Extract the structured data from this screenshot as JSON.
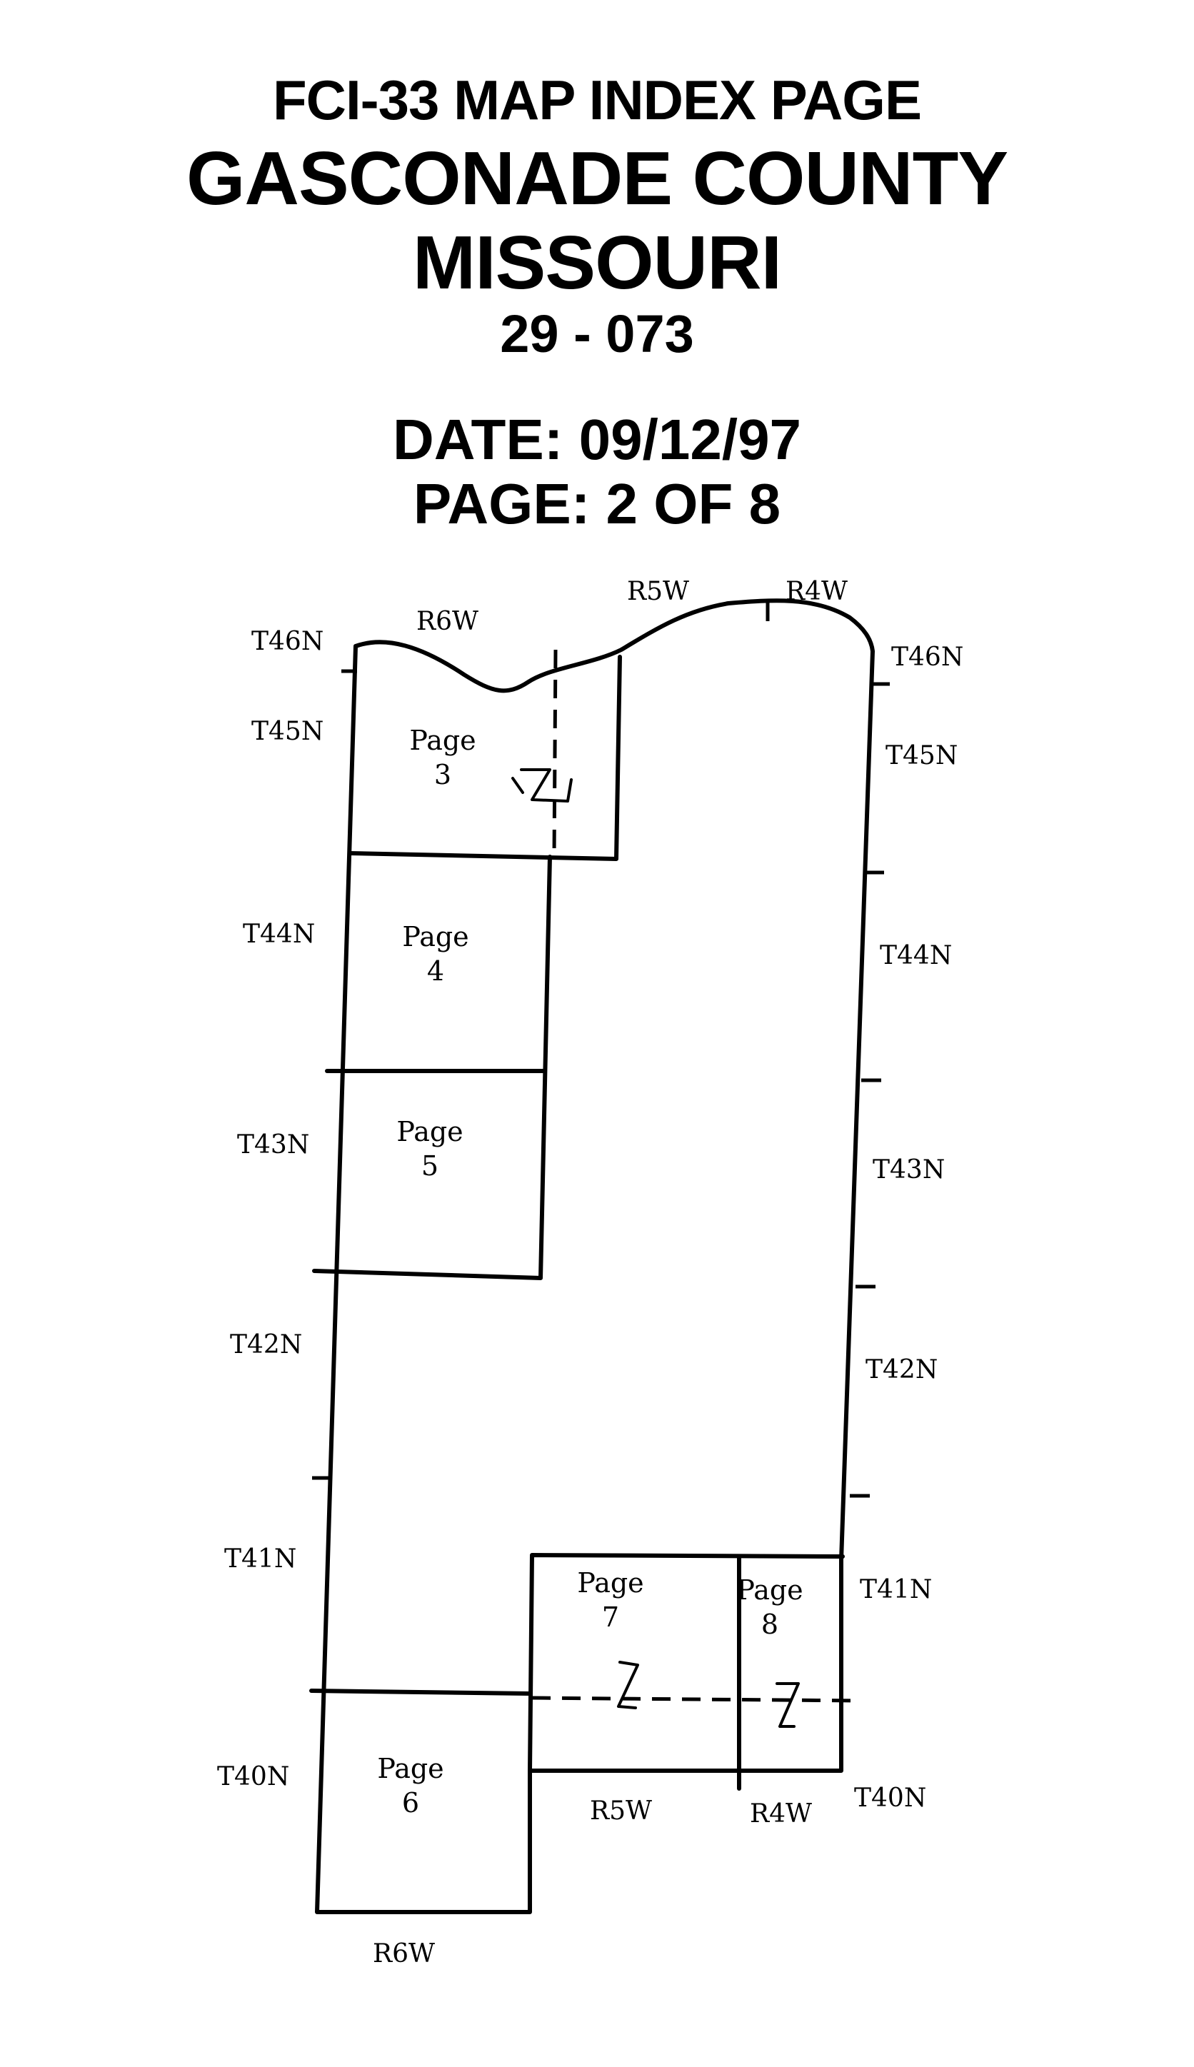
{
  "header": {
    "line1": "FCI-33 MAP INDEX PAGE",
    "county": "GASCONADE COUNTY",
    "state": "MISSOURI",
    "code": "29 - 073",
    "date": "DATE: 09/12/97",
    "page": "PAGE: 2 OF 8"
  },
  "map": {
    "ranges_top": [
      "R6W",
      "R5W",
      "R4W"
    ],
    "ranges_bottom": [
      "R5W",
      "R4W",
      "R6W"
    ],
    "townships_left": [
      "T46N",
      "T45N",
      "T44N",
      "T43N",
      "T42N",
      "T41N",
      "T40N"
    ],
    "townships_right": [
      "T46N",
      "T45N",
      "T44N",
      "T43N",
      "T42N",
      "T41N",
      "T40N"
    ],
    "pages": [
      {
        "word": "Page",
        "num": "3"
      },
      {
        "word": "Page",
        "num": "4"
      },
      {
        "word": "Page",
        "num": "5"
      },
      {
        "word": "Page",
        "num": "6"
      },
      {
        "word": "Page",
        "num": "7"
      },
      {
        "word": "Page",
        "num": "8"
      }
    ]
  }
}
